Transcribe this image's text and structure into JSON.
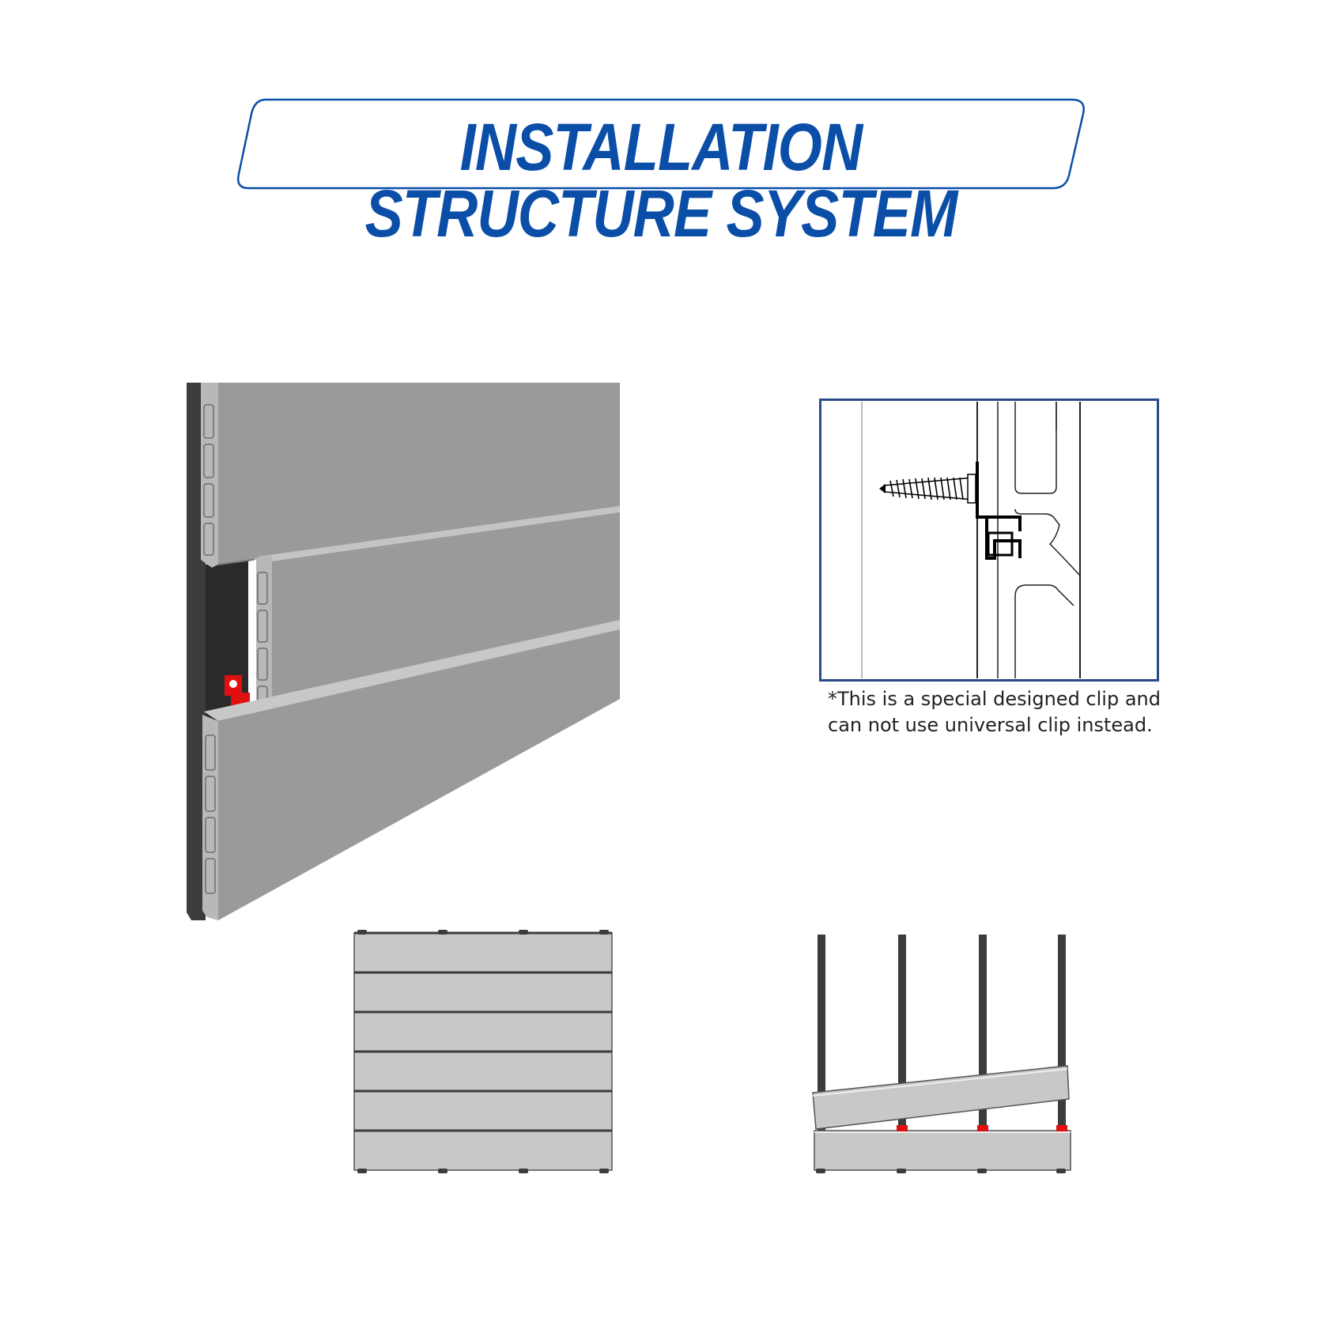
{
  "header": {
    "title": "INSTALLATION STRUCTURE SYSTEM"
  },
  "note": {
    "line1": "*This is a special designed clip and",
    "line2": "can not use universal clip instead."
  },
  "colors": {
    "brand_blue": "#0a4ea8",
    "frame_blue": "#2b4a8a",
    "board_gray": "#9a9a9a",
    "joist_dark": "#3c3c3c",
    "clip_red": "#e01010"
  },
  "icons": {
    "screw": "screw-icon",
    "clip": "clip-icon"
  }
}
